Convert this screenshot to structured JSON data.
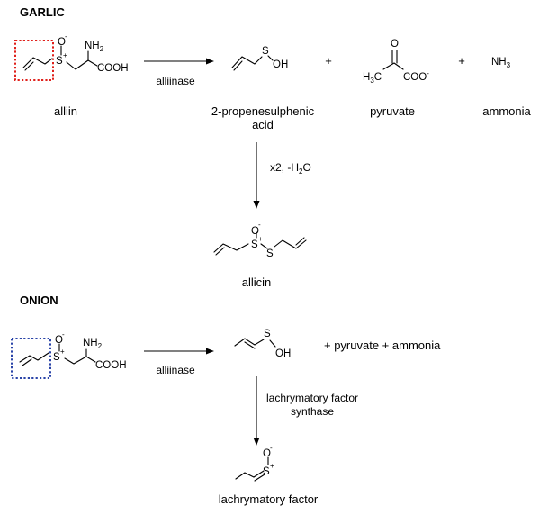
{
  "garlic": {
    "header": "GARLIC",
    "alliin": {
      "name": "alliin",
      "s": "S",
      "s_charge": "+",
      "o": "O",
      "o_charge": "-",
      "nh2": "NH",
      "nh2_sub": "2",
      "cooh": "COOH",
      "box_color": "#e0201b"
    },
    "enzyme": "alliinase",
    "acid": {
      "name_line1": "2-propenesulphenic",
      "name_line2": "acid",
      "s": "S",
      "oh": "OH"
    },
    "plus": "+",
    "pyruvate": {
      "name": "pyruvate",
      "o": "O",
      "h3c": "H",
      "h3c_sub": "3",
      "h3c_tail": "C",
      "coo": "COO",
      "coo_charge": "-"
    },
    "ammonia": {
      "name": "ammonia",
      "formula": "NH",
      "formula_sub": "3"
    },
    "step2": {
      "label": "x2, -H",
      "label_sub": "2",
      "label_tail": "O"
    },
    "allicin": {
      "name": "allicin",
      "o": "O",
      "o_charge": "-",
      "s1": "S",
      "s1_charge": "+",
      "s2": "S"
    }
  },
  "onion": {
    "header": "ONION",
    "precursor": {
      "s": "S",
      "s_charge": "+",
      "o": "O",
      "o_charge": "-",
      "nh2": "NH",
      "nh2_sub": "2",
      "cooh": "COOH",
      "box_color": "#2a44a8"
    },
    "enzyme": "alliinase",
    "acid": {
      "s": "S",
      "oh": "OH"
    },
    "byproducts": "+ pyruvate + ammonia",
    "step2": {
      "line1": "lachrymatory factor",
      "line2": "synthase"
    },
    "lf": {
      "name": "lachrymatory factor",
      "o": "O",
      "o_charge": "-",
      "s": "S",
      "s_charge": "+"
    }
  }
}
